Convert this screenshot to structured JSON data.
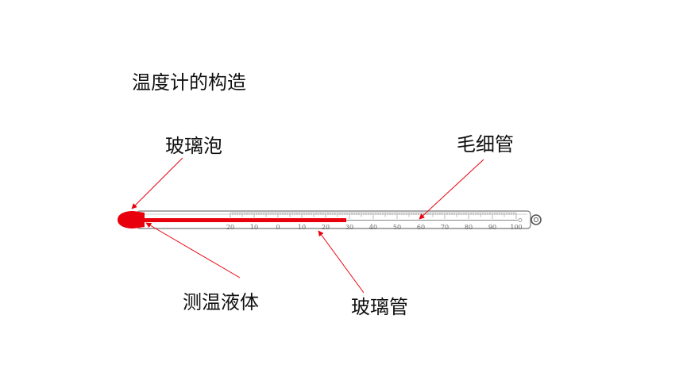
{
  "title": "温度计的构造",
  "labels": {
    "bulb": "玻璃泡",
    "capillary": "毛细管",
    "liquid": "测温液体",
    "glass_tube": "玻璃管"
  },
  "scale": {
    "numbers": [
      "20",
      "10",
      "0",
      "10",
      "20",
      "30",
      "40",
      "50",
      "60",
      "70",
      "80",
      "90",
      "100"
    ]
  },
  "colors": {
    "liquid": "#e8000c",
    "arrow": "#e8000c"
  }
}
